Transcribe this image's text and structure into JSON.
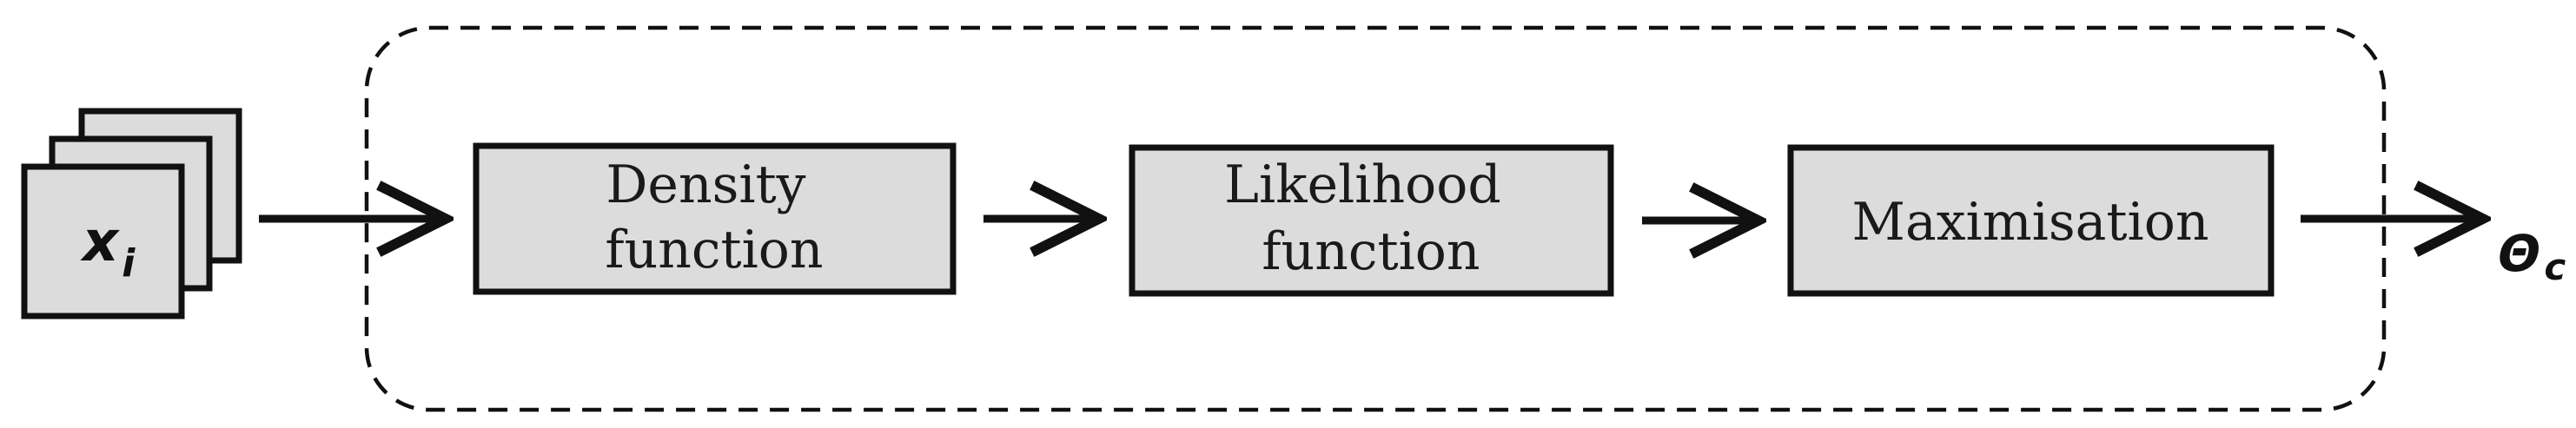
{
  "diagram": {
    "input_label": {
      "base": "x",
      "sub": "i"
    },
    "steps": [
      {
        "id": "density",
        "lines": [
          "Density",
          "function"
        ]
      },
      {
        "id": "likelihood",
        "lines": [
          "Likelihood",
          "function"
        ]
      },
      {
        "id": "maximisation",
        "lines": [
          "Maximisation"
        ]
      }
    ],
    "output_label": {
      "base": "Θ",
      "sub": "c"
    },
    "colors": {
      "box_fill": "#dcdcdc",
      "stroke": "#111111",
      "background": "#ffffff"
    }
  }
}
